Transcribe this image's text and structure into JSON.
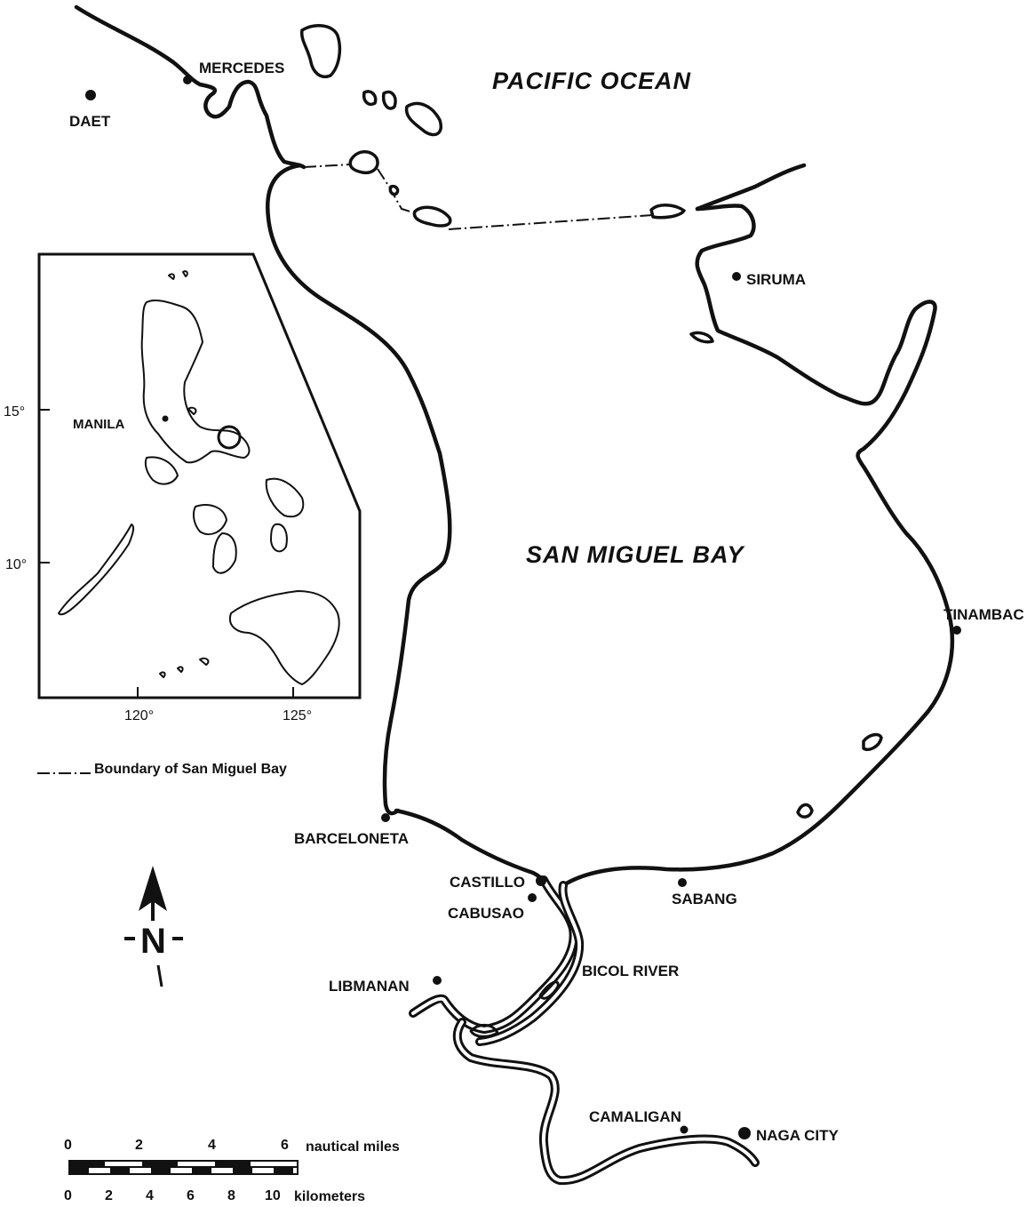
{
  "water_labels": {
    "ocean": "PACIFIC OCEAN",
    "bay": "SAN MIGUEL BAY"
  },
  "places": {
    "mercedes": "MERCEDES",
    "daet": "DAET",
    "siruma": "SIRUMA",
    "tinambac": "TINAMBAC",
    "barceloneta": "BARCELONETA",
    "castillo": "CASTILLO",
    "cabusao": "CABUSAO",
    "sabang": "SABANG",
    "bicol_river": "BICOL RIVER",
    "libmanan": "LIBMANAN",
    "camaligan": "CAMALIGAN",
    "naga_city": "NAGA CITY"
  },
  "inset": {
    "manila": "MANILA",
    "lat_labels": [
      "15°",
      "10°"
    ],
    "lon_labels": [
      "120°",
      "125°"
    ]
  },
  "legend": {
    "boundary": "Boundary of San Miguel Bay"
  },
  "compass": {
    "letter": "N"
  },
  "scale": {
    "nautical_ticks": [
      "0",
      "2",
      "4",
      "6"
    ],
    "nautical_unit": "nautical miles",
    "km_ticks": [
      "0",
      "2",
      "4",
      "6",
      "8",
      "10"
    ],
    "km_unit": "kilometers"
  }
}
